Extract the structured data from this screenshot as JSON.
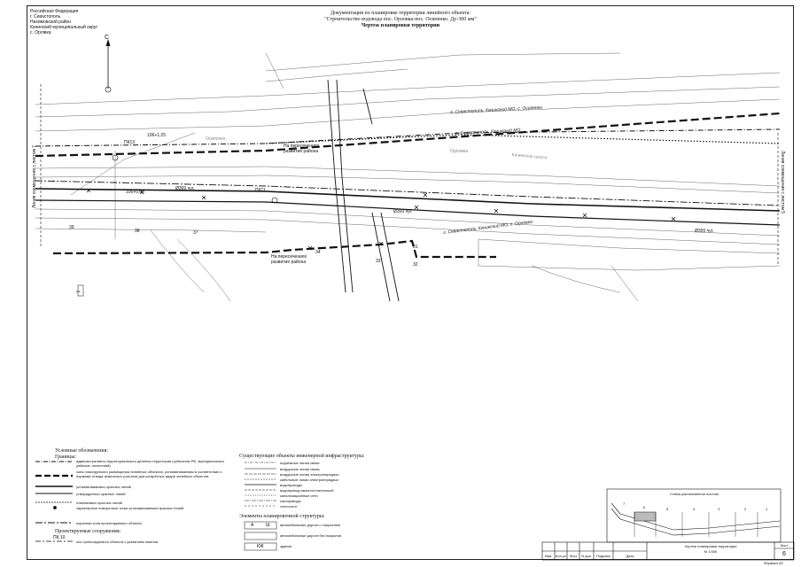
{
  "admin": {
    "lines": [
      "Российская Федерация",
      "г. Севастополь",
      "Нахимовский район",
      "Качинский муниципальный округ",
      "с. Орлівка"
    ]
  },
  "header": {
    "line1": "Документация по планировке территории линейного объекта:",
    "line2": "\"Строительство водовода пос. Орловка-пос. Осипенко. Ду-300 мм\"",
    "title": "Чертеж планировки территории"
  },
  "map": {
    "north": "С",
    "labels": {
      "osipenko_village": "г. Севастополь, Качинский МО, с. Осипенко",
      "kachinsky_mo": "г. Севастополь, Качинский МО",
      "orlovka_village": "г. Севастополь, Качинский МО, с. Орловка",
      "osipenko": "Осипенко",
      "orlovka": "Орловка",
      "kachinskoe_shosse": "Качинское шоссе",
      "crossing_top": "На пересечениях\nразвитие района",
      "crossing_bottom": "На пересечениях\nразвитие района",
      "align_left": "Линия совмещения с листом 7",
      "align_right": "Линия совмещения с листом 5",
      "pk13": "ПК13",
      "pk11": "ПК11",
      "pipe1": "Ø300 чуг.",
      "pipe2": "Ø300 чуг.",
      "pipe3": "Ø300 чуг.",
      "mark1": "106+1.25",
      "mark2": "106+0.00",
      "n37": "37",
      "n38": "38",
      "n39": "39",
      "n31": "31",
      "n32": "32",
      "n33": "33",
      "n34": "34",
      "kv": "КЖ"
    }
  },
  "legend": {
    "title": "Условные обозначения:",
    "boundaries_title": "Границы:",
    "items": [
      "административно-территориального деления территории (субъектов РФ, муниципальных районов, поселений)",
      "зона планируемого размещения линейных объектов, устанавливаемая в соответствии с нормами отвода земельных участков для конкретных видов линейных объектов",
      "устанавливаемых красных линий",
      "утвержденных красных линий",
      "отменяемых красных линий",
      "характерные поворотные точки устанавливаемых красных линий",
      "охранная зона проектируемого объекта"
    ],
    "projected_title": "Проектируемые сооружения:",
    "pk_label": "ПК 10",
    "pk_text": "ось проектируемого объекта с указанием пикетов",
    "existing_title": "Существующие объекты инженерной инфраструктуры:",
    "existing": [
      "подземные линии связи",
      "воздушные линии связи",
      "воздушные линии электропередачи",
      "кабельные линии электропередачи",
      "водопроводы",
      "водопровод самоностоятельный",
      "канализационные сети",
      "газопроводы",
      "теплосети"
    ],
    "structure_title": "Элементы планировочной структуры:",
    "structure": [
      "автомобильные дороги с покрытием",
      "автомобильные дороги без покрытия",
      "здания"
    ],
    "structure_marks": [
      "А",
      "Ш",
      "КЖ"
    ]
  },
  "scheme": {
    "title": "Схема расположения листов",
    "numbers": [
      "7",
      "6",
      "5",
      "4",
      "3",
      "2",
      "1"
    ]
  },
  "stamp": {
    "cols": [
      "Изм.",
      "Кол.уч",
      "Лист",
      "N док.",
      "Подпись",
      "Дата"
    ],
    "title": "Чертеж планировки территории",
    "scale": "М 1:500",
    "sheet_label": "Лист",
    "sheet_no": "6",
    "format": "Формат А2"
  }
}
